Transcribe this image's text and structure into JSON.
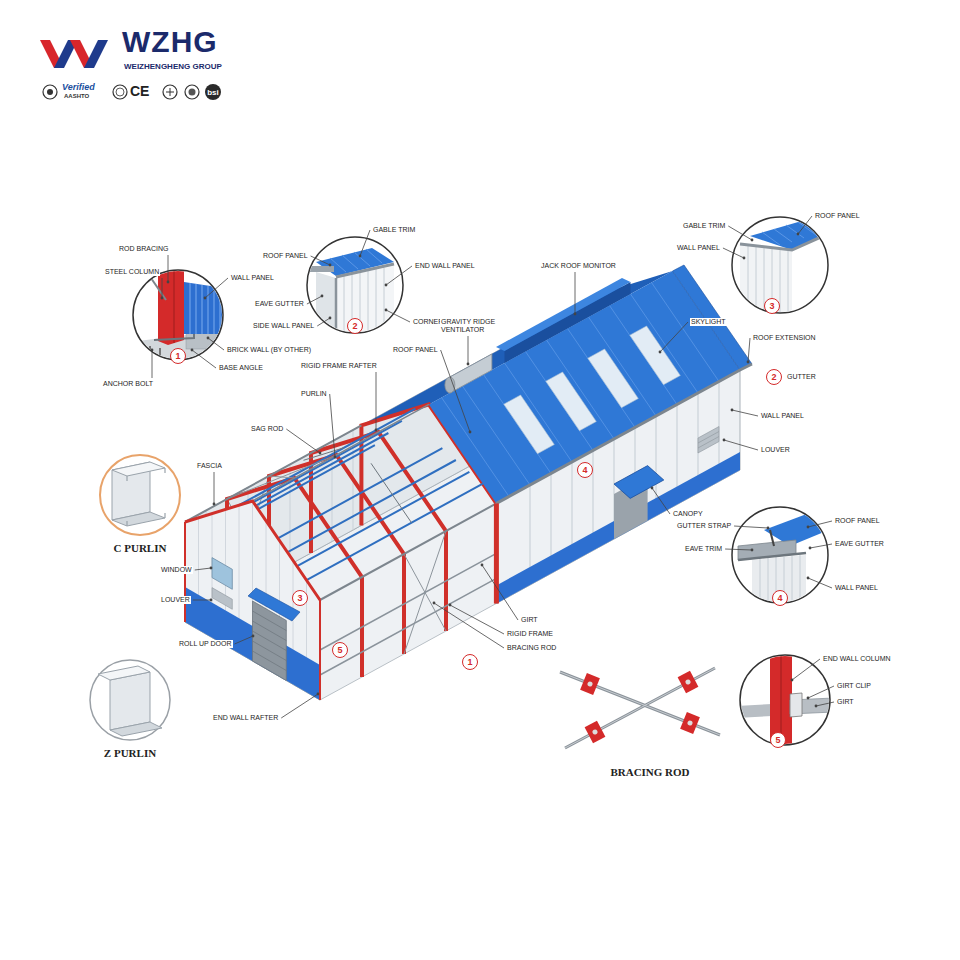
{
  "diagram": {
    "nodes": [
      {
        "text": [
          "1"
        ]
      },
      {
        "text": [
          "2"
        ]
      },
      {
        "text": [
          "3"
        ]
      },
      {
        "text": [
          "2"
        ]
      },
      {
        "text": [
          "4"
        ]
      },
      {
        "text": [
          "4"
        ]
      },
      {
        "text": [
          "3"
        ]
      },
      {
        "text": [
          "1"
        ]
      },
      {
        "text": [
          "5"
        ]
      },
      {
        "text": [
          "5"
        ]
      }
    ],
    "labels": [
      "WZHG",
      "WEIZHENGHENG GROUP",
      "Verified",
      "AASHTO",
      "CE",
      "bsi",
      "ROD BRACING",
      "STEEL COLUMN",
      "WALL PANEL",
      "BRICK WALL (BY OTHER)",
      "BASE ANGLE",
      "ANCHOR BOLT",
      "ROOF PANEL",
      "GABLE TRIM",
      "END WALL PANEL",
      "EAVE GUTTER",
      "SIDE WALL PANEL",
      "CORNER TRIM",
      "GABLE TRIM",
      "ROOF PANEL",
      "WALL PANEL",
      "GRAVITY RIDGE VENTILATOR",
      "JACK ROOF MONITOR",
      "SKYLIGHT",
      "ROOF EXTENSION",
      "GUTTER",
      "WALL PANEL",
      "LOUVER",
      "CANOPY",
      "GIRT",
      "RIGID FRAME",
      "BRACING ROD",
      "GUTTER STRAP",
      "ROOF PANEL",
      "EAVE TRIM",
      "EAVE GUTTER",
      "WALL PANEL",
      "END WALL COLUMN",
      "GIRT CLIP",
      "GIRT",
      "ROOF PANEL",
      "RIGID FRAME RAFTER",
      "PURLIN",
      "SAG ROD",
      "FASCIA",
      "WINDOW",
      "LOUVER",
      "ROLL UP DOOR",
      "END WALL RAFTER",
      "C PURLIN",
      "Z PURLIN",
      "BRACING ROD"
    ]
  }
}
